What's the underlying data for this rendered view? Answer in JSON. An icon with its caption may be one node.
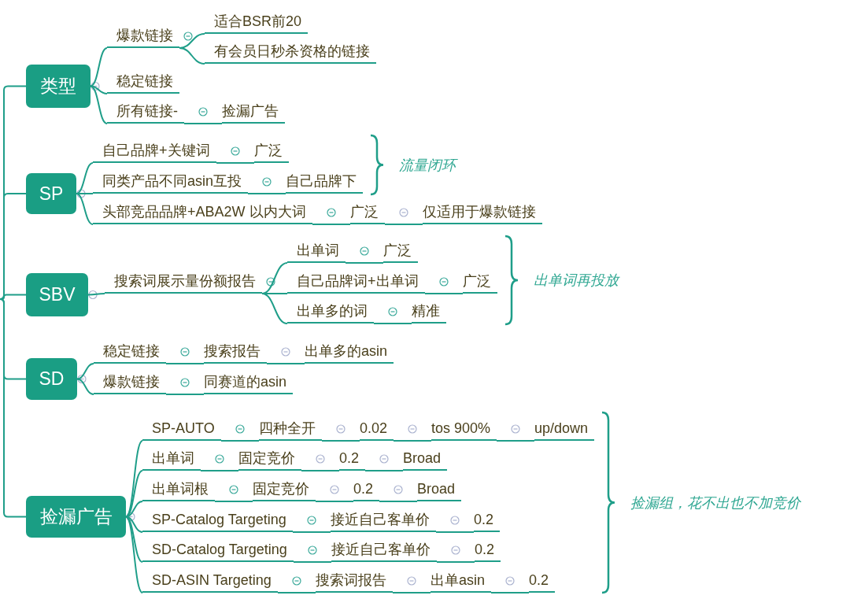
{
  "diagram": {
    "nodes": [
      {
        "text": [
          "类型"
        ]
      },
      {
        "text": [
          "爆款链接"
        ]
      },
      {
        "text": [
          "适合BSR前20"
        ]
      },
      {
        "text": [
          "有会员日秒杀资格的链接"
        ]
      },
      {
        "text": [
          "稳定链接"
        ]
      },
      {
        "text": [
          "所有链接-"
        ]
      },
      {
        "text": [
          "捡漏广告"
        ]
      },
      {
        "text": [
          "SP"
        ]
      },
      {
        "text": [
          "自己品牌+关键词"
        ]
      },
      {
        "text": [
          "广泛"
        ]
      },
      {
        "text": [
          "同类产品不同asin互投"
        ]
      },
      {
        "text": [
          "自己品牌下"
        ]
      },
      {
        "text": [
          "头部竞品品牌+ABA2W 以内大词"
        ]
      },
      {
        "text": [
          "广泛"
        ]
      },
      {
        "text": [
          "仅适用于爆款链接"
        ]
      },
      {
        "text": [
          "SBV"
        ]
      },
      {
        "text": [
          "搜索词展示量份额报告"
        ]
      },
      {
        "text": [
          "出单词"
        ]
      },
      {
        "text": [
          "广泛"
        ]
      },
      {
        "text": [
          "自己品牌词+出单词"
        ]
      },
      {
        "text": [
          "广泛"
        ]
      },
      {
        "text": [
          "出单多的词"
        ]
      },
      {
        "text": [
          "精准"
        ]
      },
      {
        "text": [
          "SD"
        ]
      },
      {
        "text": [
          "稳定链接"
        ]
      },
      {
        "text": [
          "搜索报告"
        ]
      },
      {
        "text": [
          "出单多的asin"
        ]
      },
      {
        "text": [
          "爆款链接"
        ]
      },
      {
        "text": [
          "同赛道的asin"
        ]
      },
      {
        "text": [
          "捡漏广告"
        ]
      },
      {
        "text": [
          "SP-AUTO"
        ]
      },
      {
        "text": [
          "四种全开"
        ]
      },
      {
        "text": [
          "0.02"
        ]
      },
      {
        "text": [
          "tos 900%"
        ]
      },
      {
        "text": [
          "up/down"
        ]
      },
      {
        "text": [
          "出单词"
        ]
      },
      {
        "text": [
          "固定竞价"
        ]
      },
      {
        "text": [
          "0.2"
        ]
      },
      {
        "text": [
          "Broad"
        ]
      },
      {
        "text": [
          "出单词根"
        ]
      },
      {
        "text": [
          "固定竞价"
        ]
      },
      {
        "text": [
          "0.2"
        ]
      },
      {
        "text": [
          "Broad"
        ]
      },
      {
        "text": [
          "SP-Catalog Targeting"
        ]
      },
      {
        "text": [
          "接近自己客单价"
        ]
      },
      {
        "text": [
          "0.2"
        ]
      },
      {
        "text": [
          "SD-Catalog Targeting"
        ]
      },
      {
        "text": [
          "接近自己客单价"
        ]
      },
      {
        "text": [
          "0.2"
        ]
      },
      {
        "text": [
          "SD-ASIN Targeting"
        ]
      },
      {
        "text": [
          "搜索词报告"
        ]
      },
      {
        "text": [
          "出单asin"
        ]
      },
      {
        "text": [
          "0.2"
        ]
      }
    ],
    "edges": [
      {
        "from": null,
        "to": 0,
        "arrow": "none"
      },
      {
        "from": null,
        "to": 7,
        "arrow": "none"
      },
      {
        "from": null,
        "to": 15,
        "arrow": "none"
      },
      {
        "from": null,
        "to": 23,
        "arrow": "none"
      },
      {
        "from": null,
        "to": 29,
        "arrow": "none"
      },
      {
        "from": 0,
        "to": 1,
        "arrow": "none"
      },
      {
        "from": 1,
        "to": 2,
        "arrow": "none"
      },
      {
        "from": 1,
        "to": 3,
        "arrow": "none"
      },
      {
        "from": 0,
        "to": 4,
        "arrow": "none"
      },
      {
        "from": 0,
        "to": 5,
        "arrow": "none"
      },
      {
        "from": 5,
        "to": 6,
        "arrow": "none"
      },
      {
        "from": 7,
        "to": 8,
        "arrow": "none"
      },
      {
        "from": 8,
        "to": 9,
        "arrow": "none"
      },
      {
        "from": 7,
        "to": 10,
        "arrow": "none"
      },
      {
        "from": 10,
        "to": 11,
        "arrow": "none"
      },
      {
        "from": 7,
        "to": 12,
        "arrow": "none"
      },
      {
        "from": 12,
        "to": 13,
        "arrow": "none"
      },
      {
        "from": 13,
        "to": 14,
        "arrow": "none"
      },
      {
        "from": 15,
        "to": 16,
        "arrow": "none"
      },
      {
        "from": 16,
        "to": 17,
        "arrow": "none"
      },
      {
        "from": 17,
        "to": 18,
        "arrow": "none"
      },
      {
        "from": 16,
        "to": 19,
        "arrow": "none"
      },
      {
        "from": 19,
        "to": 20,
        "arrow": "none"
      },
      {
        "from": 16,
        "to": 21,
        "arrow": "none"
      },
      {
        "from": 21,
        "to": 22,
        "arrow": "none"
      },
      {
        "from": 23,
        "to": 24,
        "arrow": "none"
      },
      {
        "from": 24,
        "to": 25,
        "arrow": "none"
      },
      {
        "from": 25,
        "to": 26,
        "arrow": "none"
      },
      {
        "from": 23,
        "to": 27,
        "arrow": "none"
      },
      {
        "from": 27,
        "to": 28,
        "arrow": "none"
      },
      {
        "from": 29,
        "to": 30,
        "arrow": "none"
      },
      {
        "from": 30,
        "to": 31,
        "arrow": "none"
      },
      {
        "from": 31,
        "to": 32,
        "arrow": "none"
      },
      {
        "from": 32,
        "to": 33,
        "arrow": "none"
      },
      {
        "from": 33,
        "to": 34,
        "arrow": "none"
      },
      {
        "from": 29,
        "to": 35,
        "arrow": "none"
      },
      {
        "from": 35,
        "to": 36,
        "arrow": "none"
      },
      {
        "from": 36,
        "to": 37,
        "arrow": "none"
      },
      {
        "from": 37,
        "to": 38,
        "arrow": "none"
      },
      {
        "from": 29,
        "to": 39,
        "arrow": "none"
      },
      {
        "from": 39,
        "to": 40,
        "arrow": "none"
      },
      {
        "from": 40,
        "to": 41,
        "arrow": "none"
      },
      {
        "from": 41,
        "to": 42,
        "arrow": "none"
      },
      {
        "from": 29,
        "to": 43,
        "arrow": "none"
      },
      {
        "from": 43,
        "to": 44,
        "arrow": "none"
      },
      {
        "from": 44,
        "to": 45,
        "arrow": "none"
      },
      {
        "from": 29,
        "to": 46,
        "arrow": "none"
      },
      {
        "from": 46,
        "to": 47,
        "arrow": "none"
      },
      {
        "from": 47,
        "to": 48,
        "arrow": "none"
      },
      {
        "from": 29,
        "to": 49,
        "arrow": "none"
      },
      {
        "from": 49,
        "to": 50,
        "arrow": "none"
      },
      {
        "from": 50,
        "to": 51,
        "arrow": "none"
      },
      {
        "from": 51,
        "to": 52,
        "arrow": "none"
      }
    ],
    "labels": [
      "流量闭环",
      "出单词再投放",
      "捡漏组，花不出也不加竞价"
    ]
  }
}
